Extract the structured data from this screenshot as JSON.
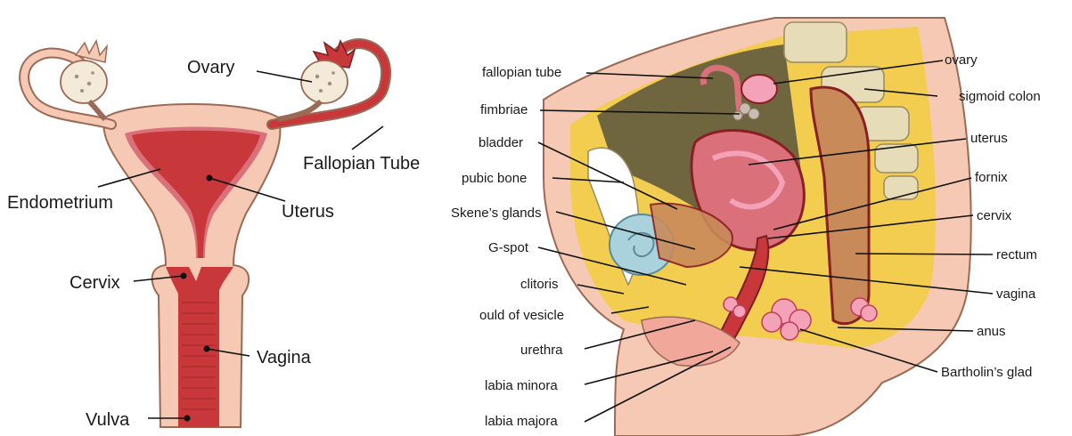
{
  "left_diagram": {
    "labels": {
      "ovary": "Ovary",
      "fallopian_tube": "Fallopian Tube",
      "endometrium": "Endometrium",
      "uterus": "Uterus",
      "cervix": "Cervix",
      "vagina": "Vagina",
      "vulva": "Vulva"
    }
  },
  "right_diagram": {
    "labels": {
      "fallopian_tube": "fallopian tube",
      "fimbriae": "fimbriae",
      "bladder": "bladder",
      "pubic_bone": "pubic bone",
      "skenes_glands": "Skene’s glands",
      "g_spot": "G-spot",
      "clitoris": "clitoris",
      "ould_of_vesicle": "ould of vesicle",
      "urethra": "urethra",
      "labia_minora": "labia minora",
      "labia_majora": "labia majora",
      "ovary": "ovary",
      "sigmoid_colon": "sigmoid colon",
      "uterus": "uterus",
      "fornix": "fornix",
      "cervix": "cervix",
      "rectum": "rectum",
      "vagina": "vagina",
      "anus": "anus",
      "bartholins_glad": "Bartholin’s glad"
    }
  },
  "colors": {
    "skin": "#f6c9b5",
    "skin_outline": "#9a6a55",
    "muscle": "#c8373a",
    "endometrium": "#d9707a",
    "ovary": "#f3ead9",
    "fat": "#f2cd4a",
    "mesentery": "#6f6640",
    "bone": "#e6dcb8",
    "bladder": "#a9d2dc",
    "rectum": "#c98a5a",
    "gland": "#f3a2b8"
  }
}
